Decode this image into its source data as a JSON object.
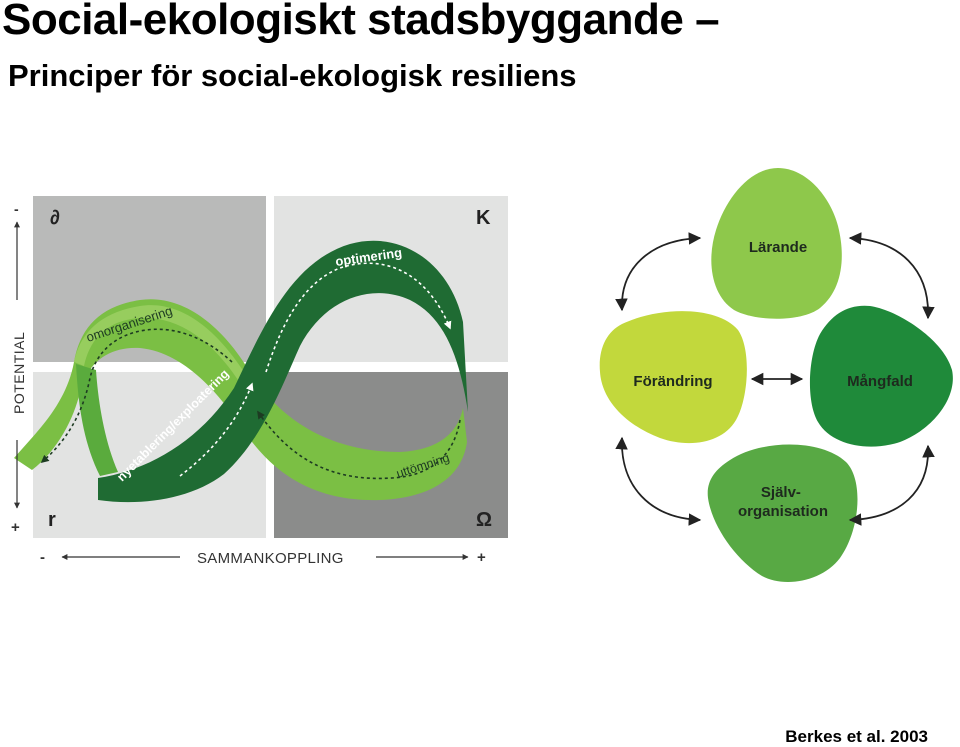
{
  "slide": {
    "title": "Social-ekologiskt stadsbyggande –",
    "subtitle": "Principer för social-ekologisk resiliens",
    "citation": "Berkes et al. 2003"
  },
  "adaptive_cycle": {
    "quadrant_labels": {
      "top_left": "∂",
      "top_right": "K",
      "bottom_left": "r",
      "bottom_right": "Ω"
    },
    "phases": {
      "reorganization": "omorganisering",
      "optimization": "optimering",
      "exploitation": "nyetablering/exploatering",
      "depletion": "uttömning"
    },
    "y_axis": {
      "label": "POTENTIAL",
      "top": "-",
      "bottom": "+"
    },
    "x_axis": {
      "label": "SAMMANKOPPLING",
      "left": "-",
      "right": "+"
    },
    "colors": {
      "quadrant_light": "#e2e3e2",
      "quadrant_mid": "#b9bab9",
      "quadrant_dark": "#8b8c8b",
      "ribbon_light": "#7bbf44",
      "ribbon_dark": "#1f6b33"
    }
  },
  "principles": {
    "top": "Lärande",
    "left": "Förändring",
    "right": "Mångfald",
    "bottom_line1": "Själv-",
    "bottom_line2": "organisation",
    "colors": {
      "top": "#8ec84b",
      "left": "#c2d83c",
      "right": "#1f8a3a",
      "bottom": "#58a944"
    }
  }
}
